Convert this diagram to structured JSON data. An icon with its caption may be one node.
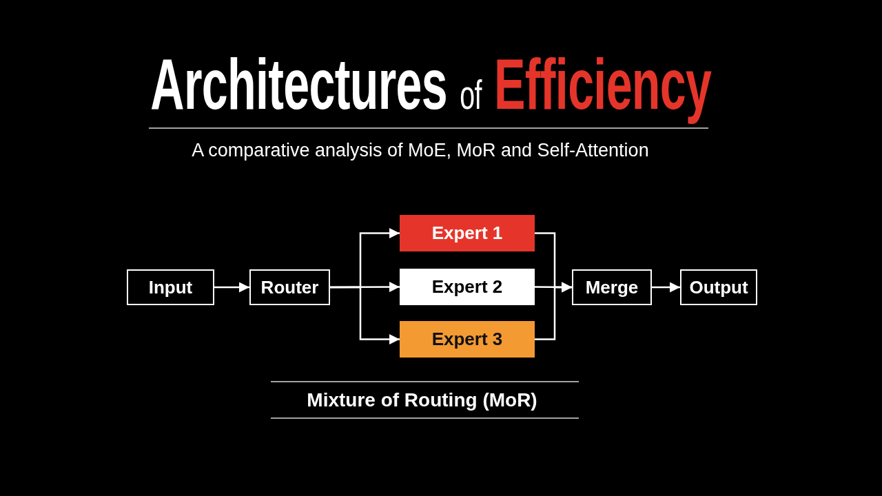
{
  "diagram": {
    "title": "Architectures of Efficiency",
    "caption": "Mixture of Routing (MoR)",
    "nodes": [
      {
        "text": [
          "Input"
        ]
      },
      {
        "text": [
          "Router"
        ]
      },
      {
        "text": [
          "Expert 1"
        ]
      },
      {
        "text": [
          "Expert 2"
        ]
      },
      {
        "text": [
          "Expert 3"
        ]
      },
      {
        "text": [
          "Merge"
        ]
      },
      {
        "text": [
          "Output"
        ]
      }
    ],
    "edges": [
      {
        "from": 0,
        "to": 1,
        "arrow": "to"
      },
      {
        "from": 1,
        "to": 2,
        "arrow": "to"
      },
      {
        "from": 1,
        "to": 3,
        "arrow": "to"
      },
      {
        "from": 1,
        "to": 4,
        "arrow": "to"
      },
      {
        "from": 2,
        "to": 5,
        "arrow": "to"
      },
      {
        "from": 3,
        "to": 5,
        "arrow": "to"
      },
      {
        "from": 4,
        "to": 5,
        "arrow": "to"
      },
      {
        "from": 5,
        "to": 6,
        "arrow": "to"
      }
    ],
    "labels": [
      "A comparative analysis of MoE, MoR and Self-Attention"
    ]
  }
}
